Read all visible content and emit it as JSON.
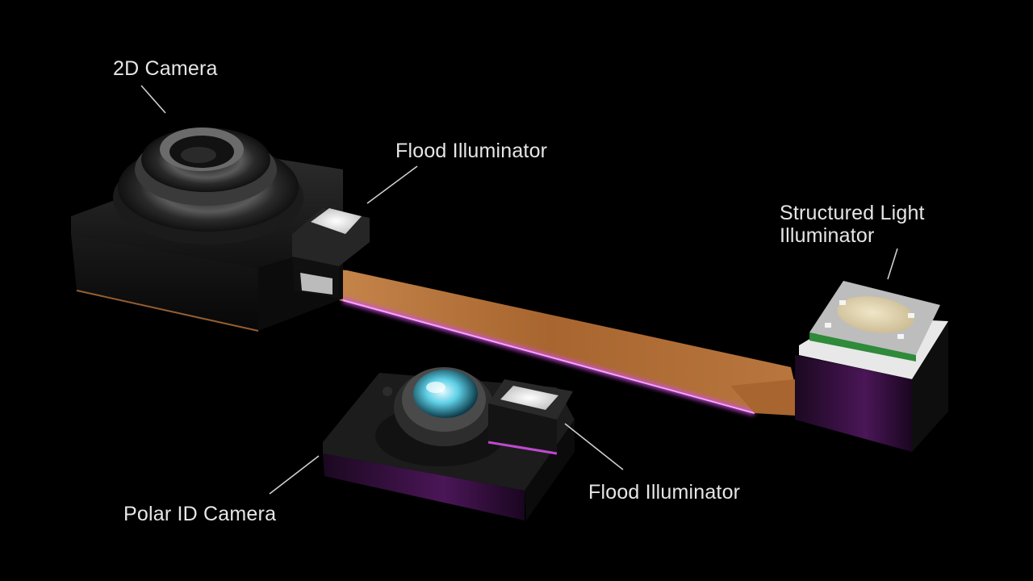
{
  "labels": {
    "camera_2d": "2D Camera",
    "flood_illuminator_top": "Flood Illuminator",
    "structured_light_line1": "Structured Light",
    "structured_light_line2": "Illuminator",
    "polar_id_camera": "Polar ID Camera",
    "flood_illuminator_bottom": "Flood Illuminator"
  },
  "colors": {
    "background": "#000000",
    "label_text": "#e6e6e6",
    "leader_line": "#cfcfcf",
    "flex_cable": "#b8743c",
    "magenta_glow": "#c13bd6",
    "module_dark": "#161616",
    "lens_cyan": "#5fd0e6"
  }
}
